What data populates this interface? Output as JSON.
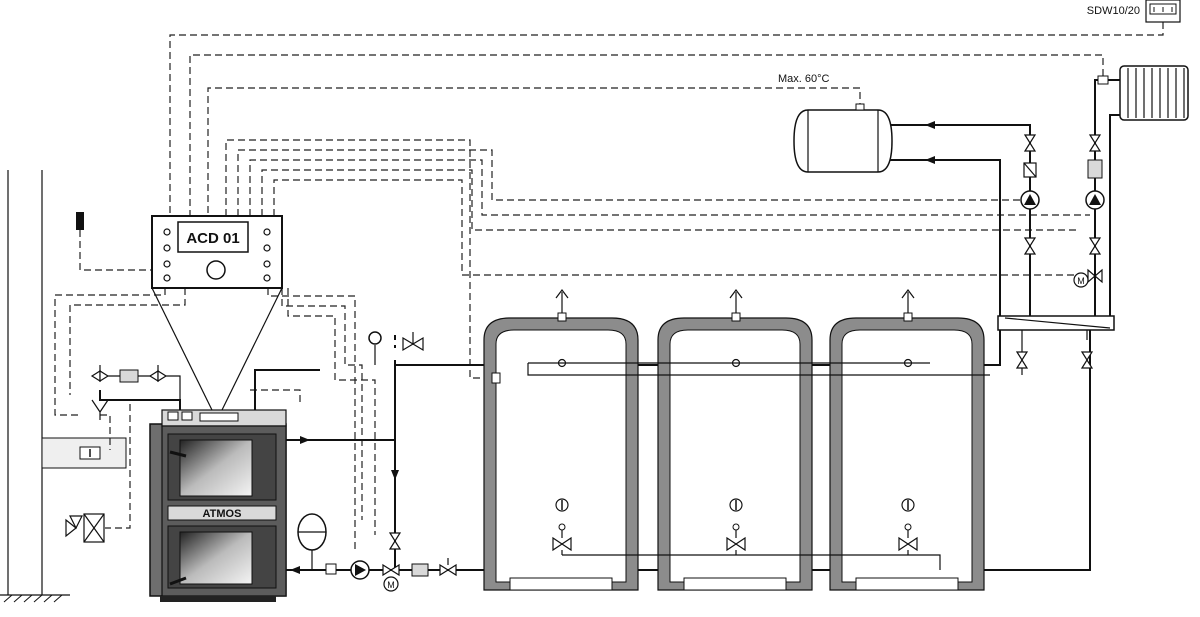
{
  "labels": {
    "controller": "ACD 01",
    "boiler_brand": "ATMOS",
    "thermostat": "SDW10/20",
    "dhw_max_temp": "Max. 60°C"
  },
  "colors": {
    "line": "#111111",
    "tank_wall": "#8c8c8c",
    "boiler_body": "#6e6e6e",
    "boiler_top": "#d9d9d9",
    "panel_fill": "#efefef"
  },
  "icons": [
    "thermostat-icon",
    "temperature-sensor-icon",
    "pressure-gauge-icon",
    "safety-valve-icon",
    "air-vent-icon",
    "pump-icon",
    "motor-valve-icon",
    "check-valve-icon",
    "filter-icon",
    "gate-valve-icon",
    "expansion-vessel-icon",
    "radiator-icon",
    "thermometer-icon"
  ]
}
